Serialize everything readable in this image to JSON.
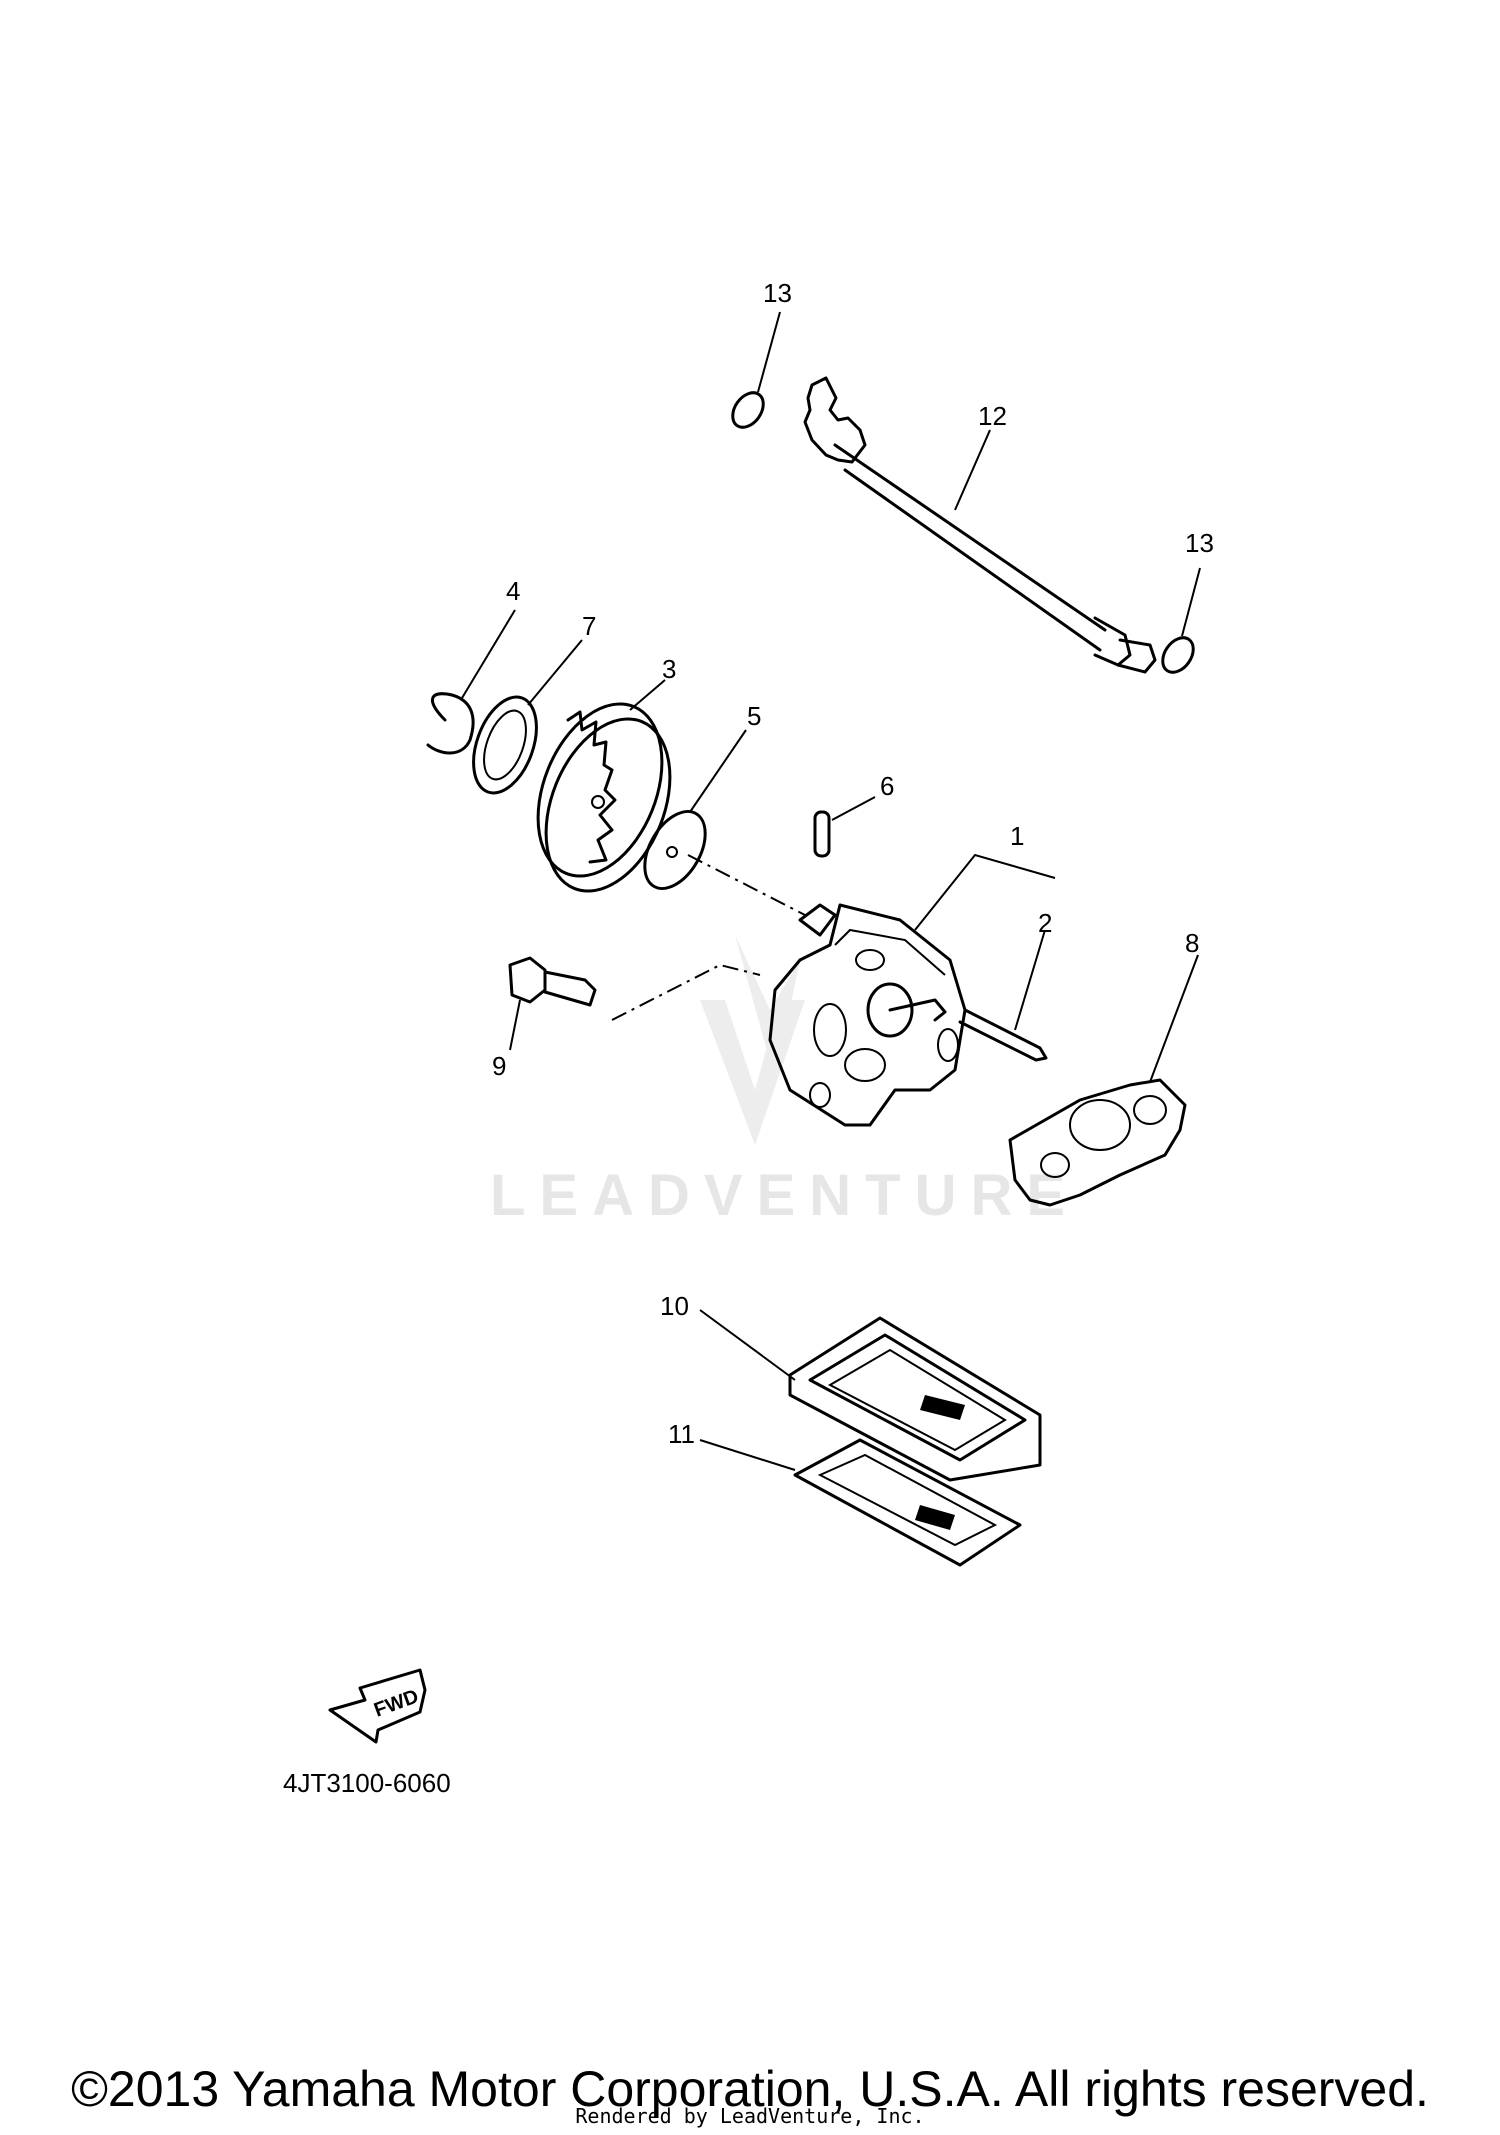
{
  "diagram": {
    "callouts": [
      {
        "id": "1",
        "label": "1"
      },
      {
        "id": "2",
        "label": "2"
      },
      {
        "id": "3",
        "label": "3"
      },
      {
        "id": "4",
        "label": "4"
      },
      {
        "id": "5",
        "label": "5"
      },
      {
        "id": "6",
        "label": "6"
      },
      {
        "id": "7",
        "label": "7"
      },
      {
        "id": "8",
        "label": "8"
      },
      {
        "id": "9",
        "label": "9"
      },
      {
        "id": "10",
        "label": "10"
      },
      {
        "id": "11",
        "label": "11"
      },
      {
        "id": "12",
        "label": "12"
      },
      {
        "id": "13a",
        "label": "13"
      },
      {
        "id": "13b",
        "label": "13"
      }
    ],
    "fwd_label": "FWD",
    "part_code": "4JT3100-6060",
    "watermark": "LEADVENTURE"
  },
  "footer": {
    "copyright": "©2013 Yamaha Motor Corporation, U.S.A. All rights reserved.",
    "rendered_by": "Rendered by LeadVenture, Inc."
  }
}
